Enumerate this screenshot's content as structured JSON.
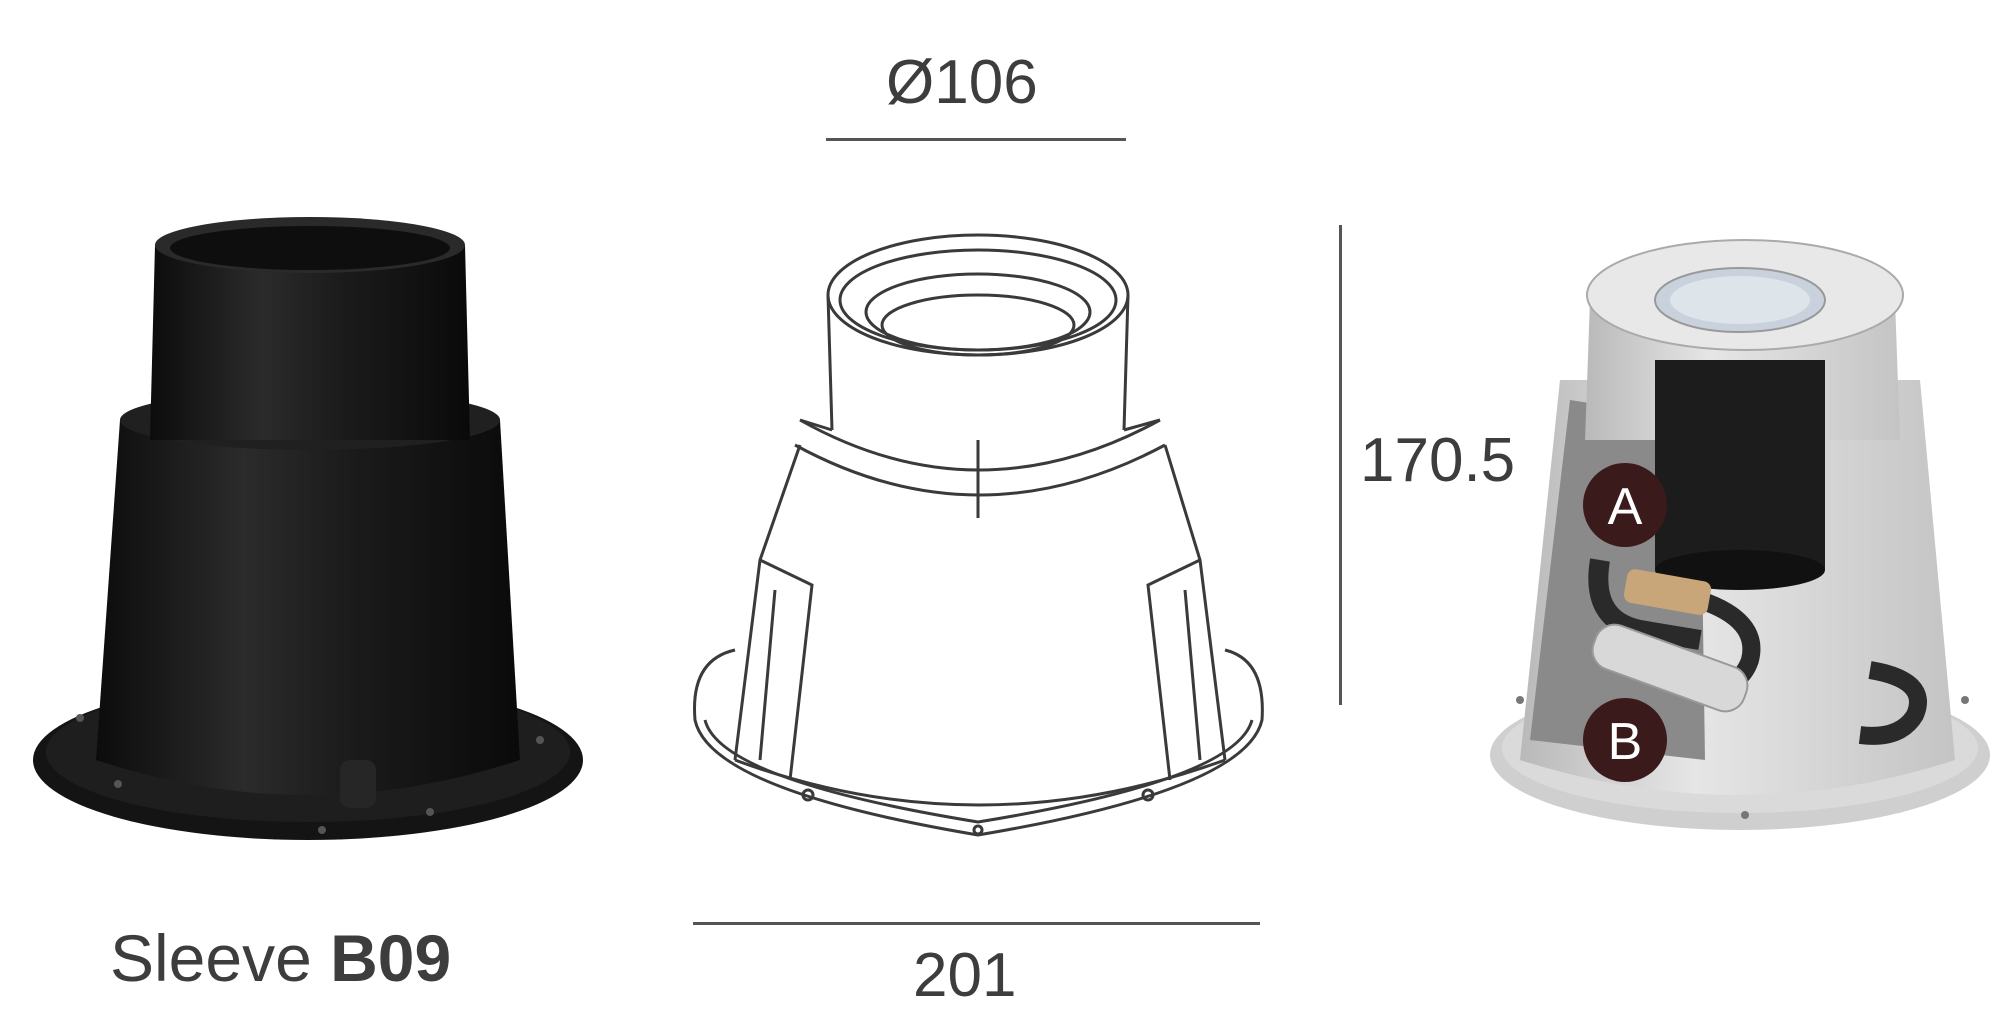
{
  "dimensions": {
    "diameter": "Ø106",
    "width": "201",
    "height": "170.5"
  },
  "caption": {
    "prefix": "Sleeve ",
    "model": "B09"
  },
  "callouts": {
    "a": "A",
    "b": "B"
  },
  "colors": {
    "sleeve_black": "#1a1a1a",
    "line_drawing": "#3a3a3a",
    "housing_grey": "#d8d8d8",
    "badge": "#3a1a1a"
  }
}
